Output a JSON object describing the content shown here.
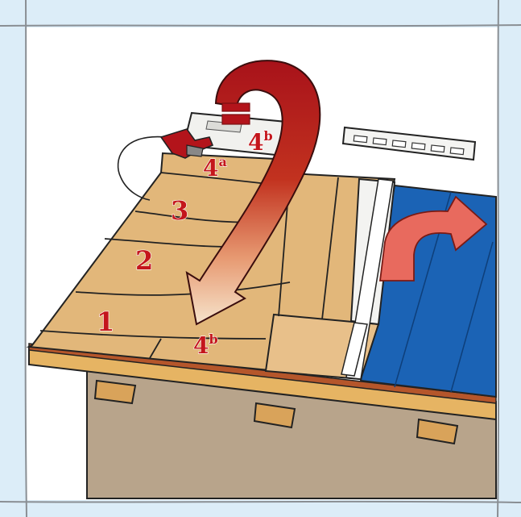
{
  "labels": {
    "course_1": "1",
    "course_2": "2",
    "course_3": "3",
    "course_4a": "4",
    "course_4a_sup": "a",
    "course_4b_top": "4",
    "course_4b_top_sup": "b",
    "course_4b_bottom": "4",
    "course_4b_bottom_sup": "b"
  },
  "colors": {
    "background": "#dcedf8",
    "panel": "#ffffff",
    "frame_line": "#8a8f94",
    "panel_wood": "#e2b77a",
    "panel_wood_light": "#efd1a0",
    "membrane_blue": "#1b63b5",
    "wall": "#b8a48b",
    "rafter": "#d9a35a",
    "edge_board": "#b5562b",
    "arrow_red": "#b3141b",
    "arrow_light": "#f2d6b6",
    "arrow_pink": "#e86a5e",
    "label_red": "#c4161c"
  },
  "icons": {
    "vent": "ridge-vent-icon",
    "stapler": "staple-gun-icon"
  }
}
